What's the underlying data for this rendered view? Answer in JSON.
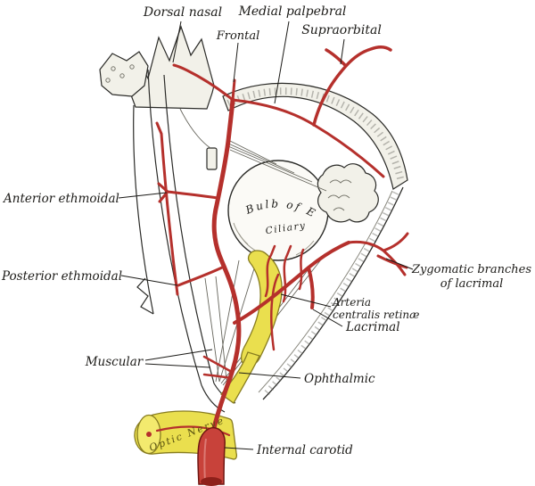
{
  "colors": {
    "artery": "#b5302c",
    "artery_fill": "#c8423a",
    "nerve": "#eadf4e",
    "nerve_face": "#f3ea6e",
    "bone": "#f2f1e9",
    "ink": "#1c1b18",
    "background": "#ffffff"
  },
  "labels": {
    "dorsal_nasal": "Dorsal nasal",
    "medial_palpebral": "Medial palpebral",
    "frontal": "Frontal",
    "supraorbital": "Supraorbital",
    "anterior_ethmoidal": "Anterior ethmoidal",
    "posterior_ethmoidal": "Posterior ethmoidal",
    "zygomatic_1": "Zygomatic branches",
    "zygomatic_2": "of lacrimal",
    "arteria_1": "Arteria",
    "arteria_2": "centralis retinæ",
    "lacrimal": "Lacrimal",
    "muscular": "Muscular",
    "ophthalmic": "Ophthalmic",
    "internal_carotid": "Internal carotid",
    "bulb_of_eye": "Bulb of Eye",
    "ciliary": "Ciliary",
    "optic_nerve": "Optic Nerve"
  }
}
